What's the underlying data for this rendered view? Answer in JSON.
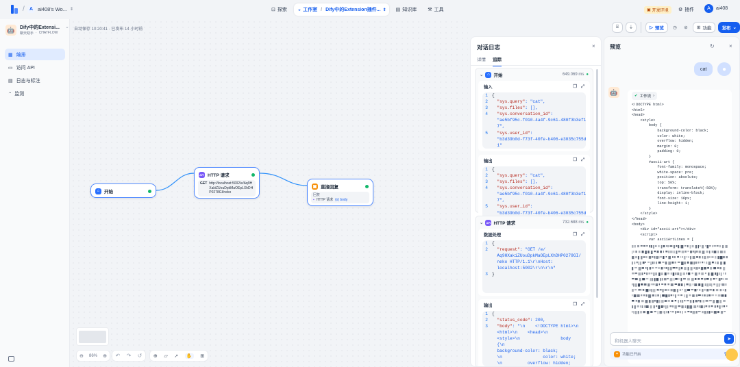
{
  "header": {
    "workspace_initial": "A",
    "workspace_name": "ai408's Wo...",
    "nav": [
      {
        "label": "探索",
        "icon": "explore-icon"
      },
      {
        "label": "工作室",
        "icon": "studio-icon"
      },
      {
        "label": "知识库",
        "icon": "knowledge-icon"
      },
      {
        "label": "工具",
        "icon": "tools-icon"
      }
    ],
    "app_breadcrumb": "Dify中的Extension插件...",
    "env_badge": "开发环境",
    "plugins_label": "插件",
    "user_initial": "A",
    "user_name": "ai408"
  },
  "sidebar": {
    "app_name": "Dify中的Extensi...",
    "app_type_a": "聊天助手",
    "app_type_b": "CHATFLOW",
    "items": [
      {
        "label": "编排",
        "icon": "orchestrate-icon"
      },
      {
        "label": "访问 API",
        "icon": "api-icon"
      },
      {
        "label": "日志与标注",
        "icon": "logs-icon"
      },
      {
        "label": "监测",
        "icon": "monitor-icon"
      }
    ]
  },
  "canvas": {
    "autosave": "自动保存 10:20:41 · 已发布 14 小时前",
    "toolbar": {
      "preview_label": "预览",
      "features_label": "功能",
      "publish_label": "发布"
    },
    "zoom": "86%",
    "nodes": {
      "start": {
        "title": "开始"
      },
      "http": {
        "title": "HTTP 请求",
        "method": "GET",
        "url": "http://localhost:5002/e/Aq9HXakiZUouDpkMaOEpLXhDHP0278GI/neko"
      },
      "answer": {
        "title": "直接回复",
        "label": "回复",
        "ref_node": "HTTP 请求",
        "ref_var": "{x} body"
      }
    }
  },
  "log": {
    "title": "对话日志",
    "tabs": [
      "详情",
      "追踪"
    ],
    "start": {
      "name": "开始",
      "time": "649.069 ms",
      "input_label": "输入",
      "output_label": "输出",
      "lines": [
        {
          "n": "1",
          "t": "{"
        },
        {
          "n": "2",
          "k": "\"sys.query\"",
          "v": ": \"cat\","
        },
        {
          "n": "3",
          "k": "\"sys.files\"",
          "v": ": [],"
        },
        {
          "n": "4",
          "k": "\"sys.conversation_id\"",
          "v": ":"
        },
        {
          "n": "",
          "t": "\"ae5bf95c-f010-4a4f-9c61-480f3b3ef1e"
        },
        {
          "n": "",
          "t": "7\","
        },
        {
          "n": "5",
          "k": "\"sys.user_id\"",
          "v": ":"
        },
        {
          "n": "",
          "t": "\"b3d39b0d-f73f-40fe-b406-e3035c755d1"
        },
        {
          "n": "",
          "t": "1\""
        }
      ]
    },
    "http": {
      "name": "HTTP 请求",
      "time": "732.688 ms",
      "pre_label": "数据处理",
      "req_lines": [
        {
          "n": "1",
          "t": "{"
        },
        {
          "n": "2",
          "k": "\"request\"",
          "v": ": \"GET /e/"
        },
        {
          "n": "",
          "t": "Aq9HXakiZUouDpkMaOEpLXhDHP0278GI/"
        },
        {
          "n": "",
          "t": "neko HTTP/1.1\\r\\nHost:"
        },
        {
          "n": "",
          "t": "localhost:5002\\r\\n\\r\\n\""
        },
        {
          "n": "3",
          "t": "}"
        }
      ],
      "out_label": "输出",
      "out_lines": [
        {
          "n": "1",
          "t": "{"
        },
        {
          "n": "2",
          "k": "\"status_code\"",
          "v": ": 200,"
        },
        {
          "n": "3",
          "k": "\"body\"",
          "v": ": \"\\n    <!DOCTYPE html>\\n"
        },
        {
          "n": "",
          "t": "<html>\\n    <head>\\n"
        },
        {
          "n": "",
          "t": "<style>\\n                body"
        },
        {
          "n": "",
          "t": "{\\n"
        },
        {
          "n": "",
          "t": "background-color: black;"
        },
        {
          "n": "",
          "t": "\\n                color: white;"
        },
        {
          "n": "",
          "t": "\\n          overflow: hidden;"
        }
      ]
    }
  },
  "preview": {
    "title": "预览",
    "user_msg": "cat",
    "workflow_label": "工作流",
    "answer_code": "<!DOCTYPE html>\n<html>\n<head>\n    <style>\n        body {\n            background-color: black;\n            color: white;\n            overflow: hidden;\n            margin: 0;\n            padding: 0;\n        }\n        #ascii-art {\n            font-family: monospace;\n            white-space: pre;\n            position: absolute;\n            top: 50%;\n            transform: translateY(-50%);\n            display: inline-block;\n            font-size: 16px;\n            line-height: 1;\n        }\n    </style>\n</head>\n<body>\n    <div id=\"ascii-art\"></div>\n    <script>\n        var asciiArtLines = [",
    "input_placeholder": "和机器人聊天",
    "footer_label": "功能已开启",
    "footer_link": "管理"
  },
  "colors": {
    "accent": "#155eef",
    "node_border": "#528bff",
    "success": "#12b76a",
    "env_badge": "#f79009"
  }
}
